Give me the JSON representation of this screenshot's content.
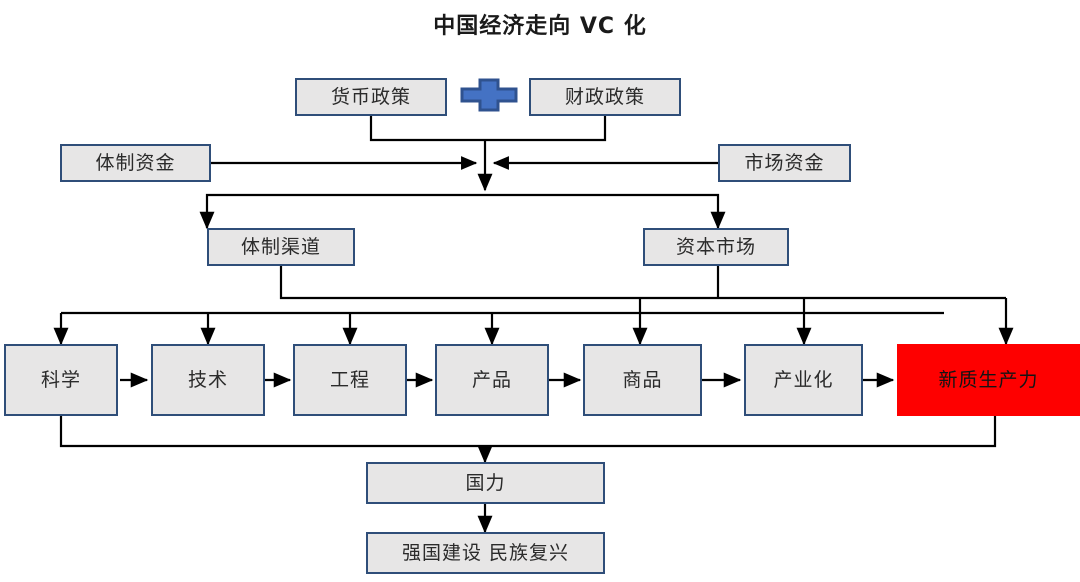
{
  "title": "中国经济走向 VC 化",
  "theme": {
    "box_fill": "#e7e6e6",
    "box_border": "#2f4e79",
    "highlight_fill": "#fe0000",
    "connector": "#000000",
    "plus_fill": "#4472c4",
    "plus_border": "#2f528f",
    "background": "#ffffff"
  },
  "operators": {
    "plus": "plus-sign"
  },
  "policy_row": {
    "left": {
      "label": "货币政策"
    },
    "right": {
      "label": "财政政策"
    }
  },
  "funding_row": {
    "left": {
      "label": "体制资金"
    },
    "right": {
      "label": "市场资金"
    }
  },
  "channel_row": {
    "left": {
      "label": "体制渠道"
    },
    "right": {
      "label": "资本市场"
    }
  },
  "value_chain": {
    "nodes": [
      {
        "label": "科学",
        "highlight": false
      },
      {
        "label": "技术",
        "highlight": false
      },
      {
        "label": "工程",
        "highlight": false
      },
      {
        "label": "产品",
        "highlight": false
      },
      {
        "label": "商品",
        "highlight": false
      },
      {
        "label": "产业化",
        "highlight": false
      },
      {
        "label": "新质生产力",
        "highlight": true
      }
    ]
  },
  "outcome_chain": {
    "nodes": [
      {
        "label": "国力"
      },
      {
        "label": "强国建设 民族复兴"
      }
    ]
  },
  "footer": {
    "watermark": ""
  }
}
